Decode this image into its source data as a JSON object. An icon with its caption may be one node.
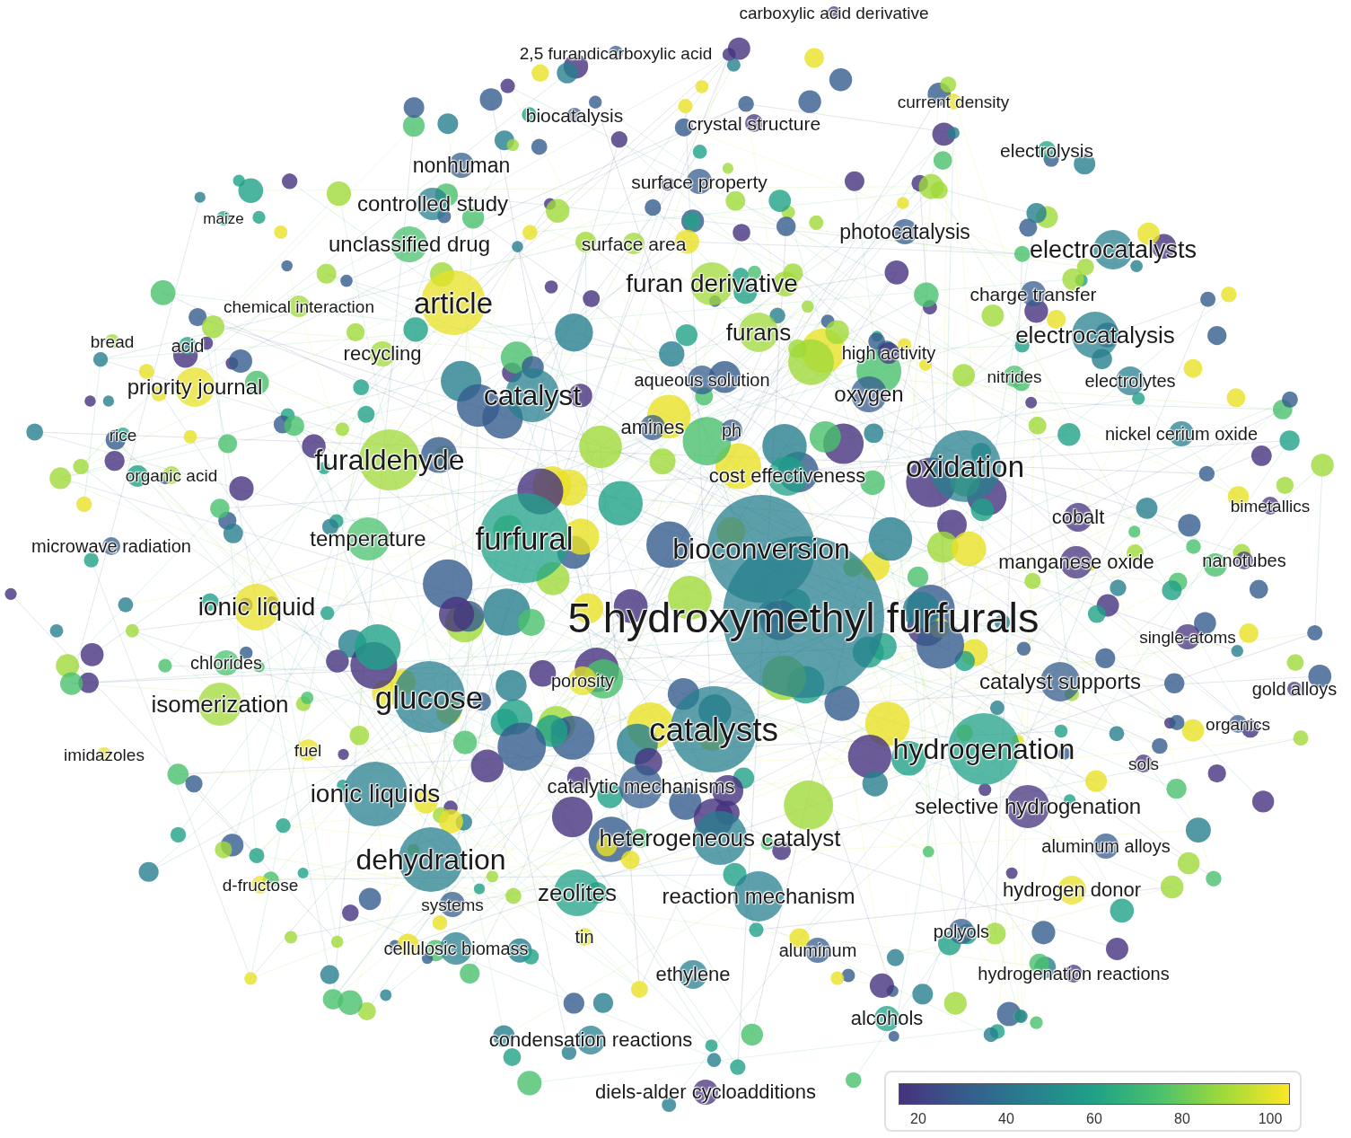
{
  "diagram": {
    "nodes": [
      {
        "text": [
          "carboxylic acid derivative"
        ]
      },
      {
        "text": [
          "2,5 furandicarboxylic acid"
        ]
      },
      {
        "text": [
          "biocatalysis"
        ]
      },
      {
        "text": [
          "crystal structure"
        ]
      },
      {
        "text": [
          "current density"
        ]
      },
      {
        "text": [
          "electrolysis"
        ]
      },
      {
        "text": [
          "nonhuman"
        ]
      },
      {
        "text": [
          "surface property"
        ]
      },
      {
        "text": [
          "controlled study"
        ]
      },
      {
        "text": [
          "maize"
        ]
      },
      {
        "text": [
          "unclassified drug"
        ]
      },
      {
        "text": [
          "surface area"
        ]
      },
      {
        "text": [
          "photocatalysis"
        ]
      },
      {
        "text": [
          "electrocatalysts"
        ]
      },
      {
        "text": [
          "furan derivative"
        ]
      },
      {
        "text": [
          "article"
        ]
      },
      {
        "text": [
          "chemical interaction"
        ]
      },
      {
        "text": [
          "charge transfer"
        ]
      },
      {
        "text": [
          "bread"
        ]
      },
      {
        "text": [
          "acid"
        ]
      },
      {
        "text": [
          "recycling"
        ]
      },
      {
        "text": [
          "furans"
        ]
      },
      {
        "text": [
          "high activity"
        ]
      },
      {
        "text": [
          "electrocatalysis"
        ]
      },
      {
        "text": [
          "priority journal"
        ]
      },
      {
        "text": [
          "catalyst"
        ]
      },
      {
        "text": [
          "aqueous solution"
        ]
      },
      {
        "text": [
          "oxygen"
        ]
      },
      {
        "text": [
          "nitrides"
        ]
      },
      {
        "text": [
          "electrolytes"
        ]
      },
      {
        "text": [
          "rice"
        ]
      },
      {
        "text": [
          "amines"
        ]
      },
      {
        "text": [
          "ph"
        ]
      },
      {
        "text": [
          "nickel cerium oxide"
        ]
      },
      {
        "text": [
          "organic acid"
        ]
      },
      {
        "text": [
          "furaldehyde"
        ]
      },
      {
        "text": [
          "cost effectiveness"
        ]
      },
      {
        "text": [
          "oxidation"
        ]
      },
      {
        "text": [
          "bimetallics"
        ]
      },
      {
        "text": [
          "cobalt"
        ]
      },
      {
        "text": [
          "microwave radiation"
        ]
      },
      {
        "text": [
          "temperature"
        ]
      },
      {
        "text": [
          "furfural"
        ]
      },
      {
        "text": [
          "bioconversion"
        ]
      },
      {
        "text": [
          "manganese oxide"
        ]
      },
      {
        "text": [
          "nanotubes"
        ]
      },
      {
        "text": [
          "ionic liquid"
        ]
      },
      {
        "text": [
          "5 hydroxymethyl furfurals"
        ]
      },
      {
        "text": [
          "single-atoms"
        ]
      },
      {
        "text": [
          "chlorides"
        ]
      },
      {
        "text": [
          "porosity"
        ]
      },
      {
        "text": [
          "catalyst supports"
        ]
      },
      {
        "text": [
          "gold alloys"
        ]
      },
      {
        "text": [
          "isomerization"
        ]
      },
      {
        "text": [
          "glucose"
        ]
      },
      {
        "text": [
          "organics"
        ]
      },
      {
        "text": [
          "catalysts"
        ]
      },
      {
        "text": [
          "imidazoles"
        ]
      },
      {
        "text": [
          "fuel"
        ]
      },
      {
        "text": [
          "hydrogenation"
        ]
      },
      {
        "text": [
          "sols"
        ]
      },
      {
        "text": [
          "ionic liquids"
        ]
      },
      {
        "text": [
          "catalytic mechanisms"
        ]
      },
      {
        "text": [
          "selective hydrogenation"
        ]
      },
      {
        "text": [
          "heterogeneous catalyst"
        ]
      },
      {
        "text": [
          "aluminum alloys"
        ]
      },
      {
        "text": [
          "dehydration"
        ]
      },
      {
        "text": [
          "d-fructose"
        ]
      },
      {
        "text": [
          "zeolites"
        ]
      },
      {
        "text": [
          "reaction mechanism"
        ]
      },
      {
        "text": [
          "hydrogen donor"
        ]
      },
      {
        "text": [
          "systems"
        ]
      },
      {
        "text": [
          "polyols"
        ]
      },
      {
        "text": [
          "tin"
        ]
      },
      {
        "text": [
          "cellulosic biomass"
        ]
      },
      {
        "text": [
          "aluminum"
        ]
      },
      {
        "text": [
          "ethylene"
        ]
      },
      {
        "text": [
          "hydrogenation reactions"
        ]
      },
      {
        "text": [
          "alcohols"
        ]
      },
      {
        "text": [
          "condensation reactions"
        ]
      },
      {
        "text": [
          "diels-alder cycloadditions"
        ]
      }
    ],
    "labels": [
      "20",
      "40",
      "60",
      "80",
      "100"
    ]
  }
}
